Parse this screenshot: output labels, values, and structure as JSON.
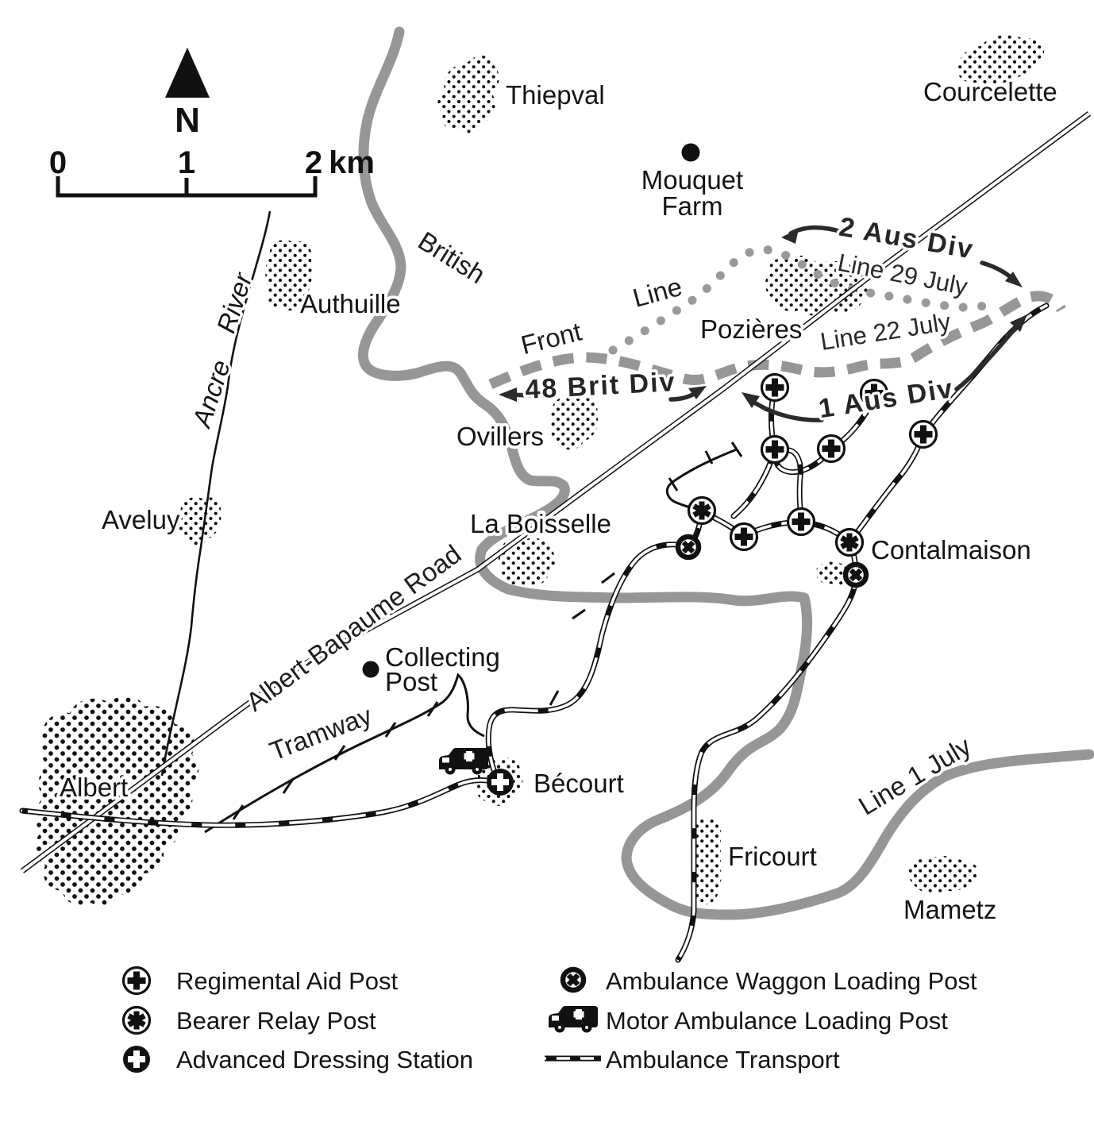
{
  "compass": {
    "north_label": "N"
  },
  "scale_bar": {
    "tick_0": "0",
    "tick_1": "1",
    "tick_2": "2",
    "unit": "km"
  },
  "places": {
    "thiepval": "Thiepval",
    "courcelette": "Courcelette",
    "mouquet_line1": "Mouquet",
    "mouquet_line2": "Farm",
    "authuille": "Authuille",
    "pozieres": "Pozières",
    "ovillers": "Ovillers",
    "aveluy": "Aveluy",
    "la_boisselle": "La Boisselle",
    "contalmaison": "Contalmaison",
    "albert": "Albert",
    "becourt": "Bécourt",
    "fricourt": "Fricourt",
    "mametz": "Mametz",
    "collecting_post_line1": "Collecting",
    "collecting_post_line2": "Post",
    "ancre": "Ancre",
    "river": "River"
  },
  "line_labels": {
    "british": "British",
    "front": "Front",
    "line": "Line",
    "line_29_july": "Line 29 July",
    "line_22_july": "Line 22 July",
    "line_1_july": "Line 1 July",
    "road": "Albert-Bapaume Road",
    "tramway": "Tramway"
  },
  "divisions": {
    "aus2": "2 Aus Div",
    "brit48": "48 Brit Div",
    "aus1": "1 Aus Div"
  },
  "legend": [
    {
      "symbol": "regimental-aid-post",
      "label": "Regimental Aid Post"
    },
    {
      "symbol": "bearer-relay-post",
      "label": "Bearer Relay Post"
    },
    {
      "symbol": "advanced-dressing-station",
      "label": "Advanced Dressing Station"
    },
    {
      "symbol": "ambulance-waggon-loading-post",
      "label": "Ambulance Waggon Loading Post"
    },
    {
      "symbol": "motor-ambulance-loading-post",
      "label": "Motor Ambulance Loading Post"
    },
    {
      "symbol": "ambulance-transport",
      "label": "Ambulance Transport"
    }
  ],
  "colors": {
    "front_line_gray": "#969696",
    "ink": "#111111",
    "arrow_dark": "#2b2b2b"
  }
}
